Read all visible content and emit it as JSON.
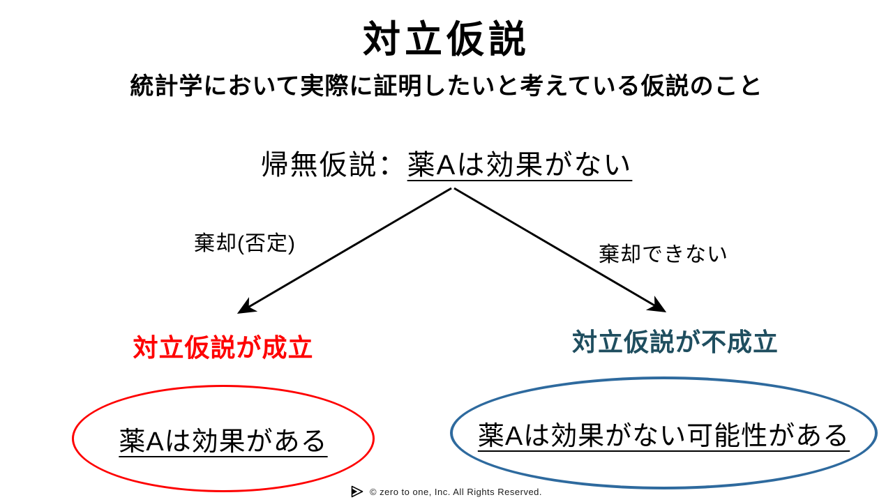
{
  "slide": {
    "title": "対立仮説",
    "subtitle": "統計学において実際に証明したいと考えている仮説のこと",
    "null_hypothesis": {
      "prefix": "帰無仮説：",
      "underlined": "薬Aは効果がない"
    },
    "branches": {
      "left": {
        "arrow_label": "棄却(否定)",
        "result_label": "対立仮説が成立",
        "conclusion": "薬Aは効果がある",
        "accent_color": "#fe0000"
      },
      "right": {
        "arrow_label": "棄却できない",
        "result_label": "対立仮説が不成立",
        "conclusion": "薬Aは効果がない可能性がある",
        "label_color": "#1f4e5f",
        "ellipse_color": "#2e6a9e"
      }
    },
    "arrow_color": "#000000",
    "footer": {
      "logo_icon": "play-triangle-icon",
      "copyright": "©  zero to one, Inc. All Rights Reserved."
    }
  }
}
